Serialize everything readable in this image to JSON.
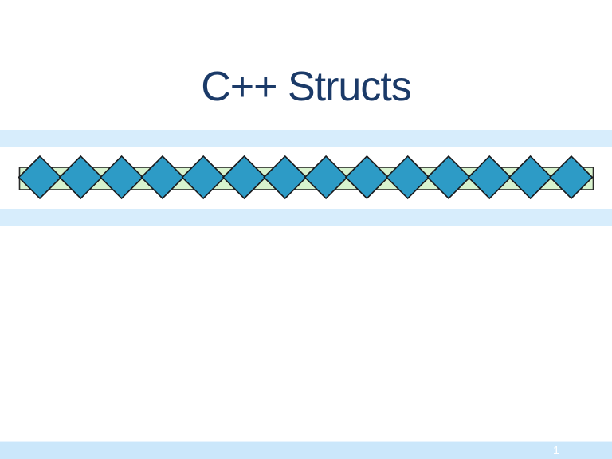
{
  "slide": {
    "title": "C++ Structs",
    "page_number": "1"
  },
  "decor": {
    "diamond_count": 14,
    "description": "horizontal ribbon of teal diamonds over an outlined pale-green band, set between two light blue stripes"
  },
  "colors": {
    "background": "#ffffff",
    "title_text": "#1b3a68",
    "stripe_blue": "#d7edfc",
    "footer_blue": "#cbe7fb",
    "footer_edge": "#e8f4fe",
    "band_fill": "#d8f3ce",
    "band_border": "#2a2a2a",
    "diamond_fill": "#2d9bc6",
    "diamond_border": "#1a1b1e",
    "page_number_text": "#ffffff"
  }
}
